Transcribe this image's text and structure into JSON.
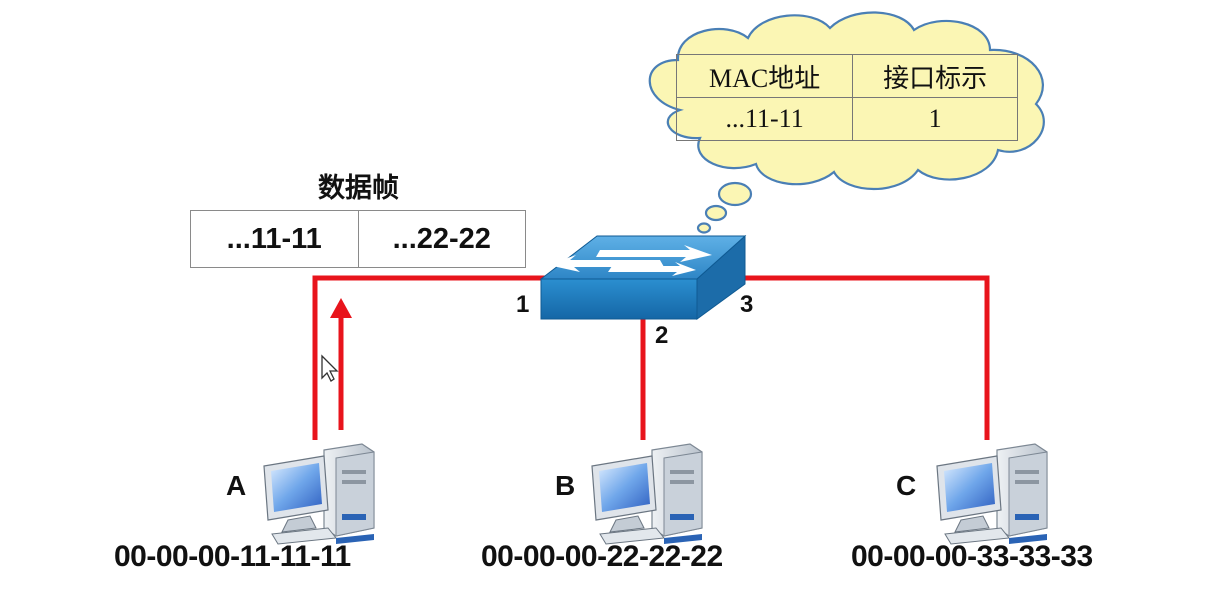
{
  "data_frame": {
    "title": "数据帧",
    "dest": "...11-11",
    "src": "...22-22"
  },
  "mac_table": {
    "headers": [
      "MAC地址",
      "接口标示"
    ],
    "rows": [
      [
        "...11-11",
        "1"
      ]
    ]
  },
  "switch": {
    "ports": [
      "1",
      "2",
      "3"
    ]
  },
  "hosts": [
    {
      "name": "A",
      "mac": "00-00-00-11-11-11"
    },
    {
      "name": "B",
      "mac": "00-00-00-22-22-22"
    },
    {
      "name": "C",
      "mac": "00-00-00-33-33-33"
    }
  ],
  "colors": {
    "link": "#e8141c",
    "switch_top": "#2e86c6",
    "switch_front": "#1b77b8",
    "cloud_fill": "#fbf6b4",
    "cloud_stroke": "#4a7fb5"
  }
}
